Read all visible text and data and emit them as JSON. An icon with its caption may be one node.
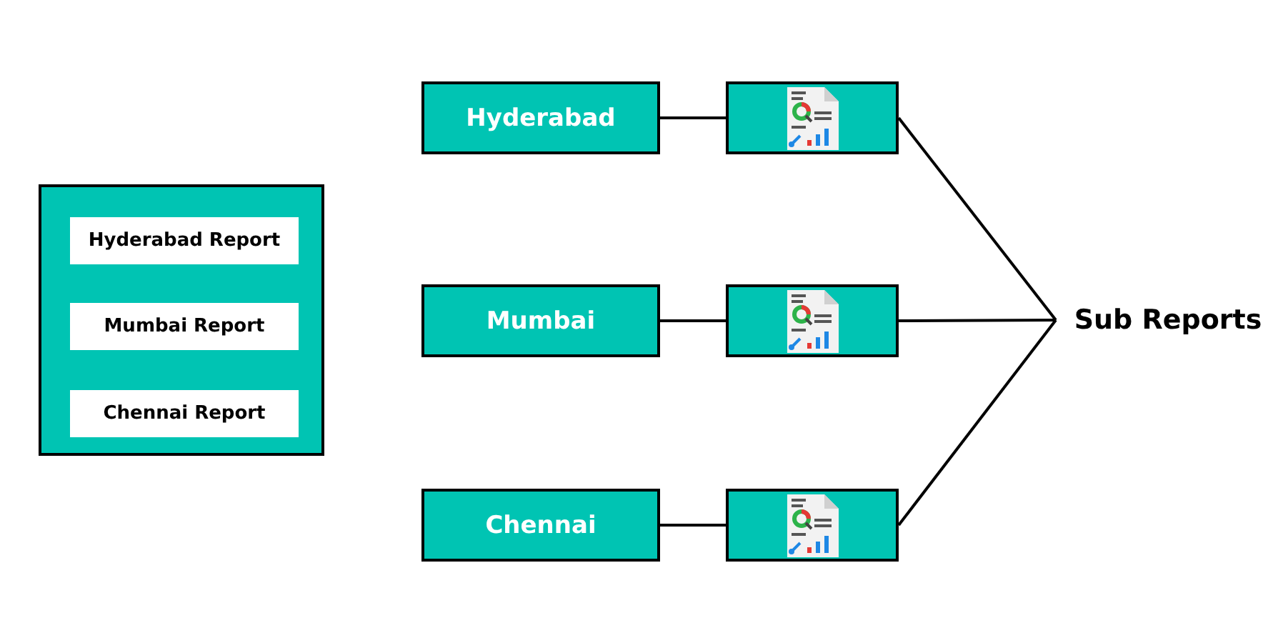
{
  "diagram": {
    "nodes": [
      {
        "text": [],
        "shape": "box"
      },
      {
        "text": [
          "Hyderabad Report"
        ],
        "in": 0
      },
      {
        "text": [
          "Mumbai Report"
        ],
        "in": 0
      },
      {
        "text": [
          "Chennai Report"
        ],
        "in": 0
      },
      {
        "text": [
          "Hyderabad"
        ]
      },
      {
        "text": [],
        "shape": "box"
      },
      {
        "text": [
          "Mumbai"
        ]
      },
      {
        "text": [],
        "shape": "box"
      },
      {
        "text": [
          "Chennai"
        ]
      },
      {
        "text": [],
        "shape": "box"
      },
      {
        "text": [
          "Sub Reports"
        ]
      }
    ],
    "edges": [
      {
        "from": 4,
        "to": 5,
        "arrow": "none"
      },
      {
        "from": 6,
        "to": 7,
        "arrow": "none"
      },
      {
        "from": 8,
        "to": 9,
        "arrow": "none"
      },
      {
        "from": 5,
        "to": 10,
        "arrow": "none"
      },
      {
        "from": 7,
        "to": 10,
        "arrow": "none"
      },
      {
        "from": 9,
        "to": 10,
        "arrow": "none"
      }
    ]
  }
}
